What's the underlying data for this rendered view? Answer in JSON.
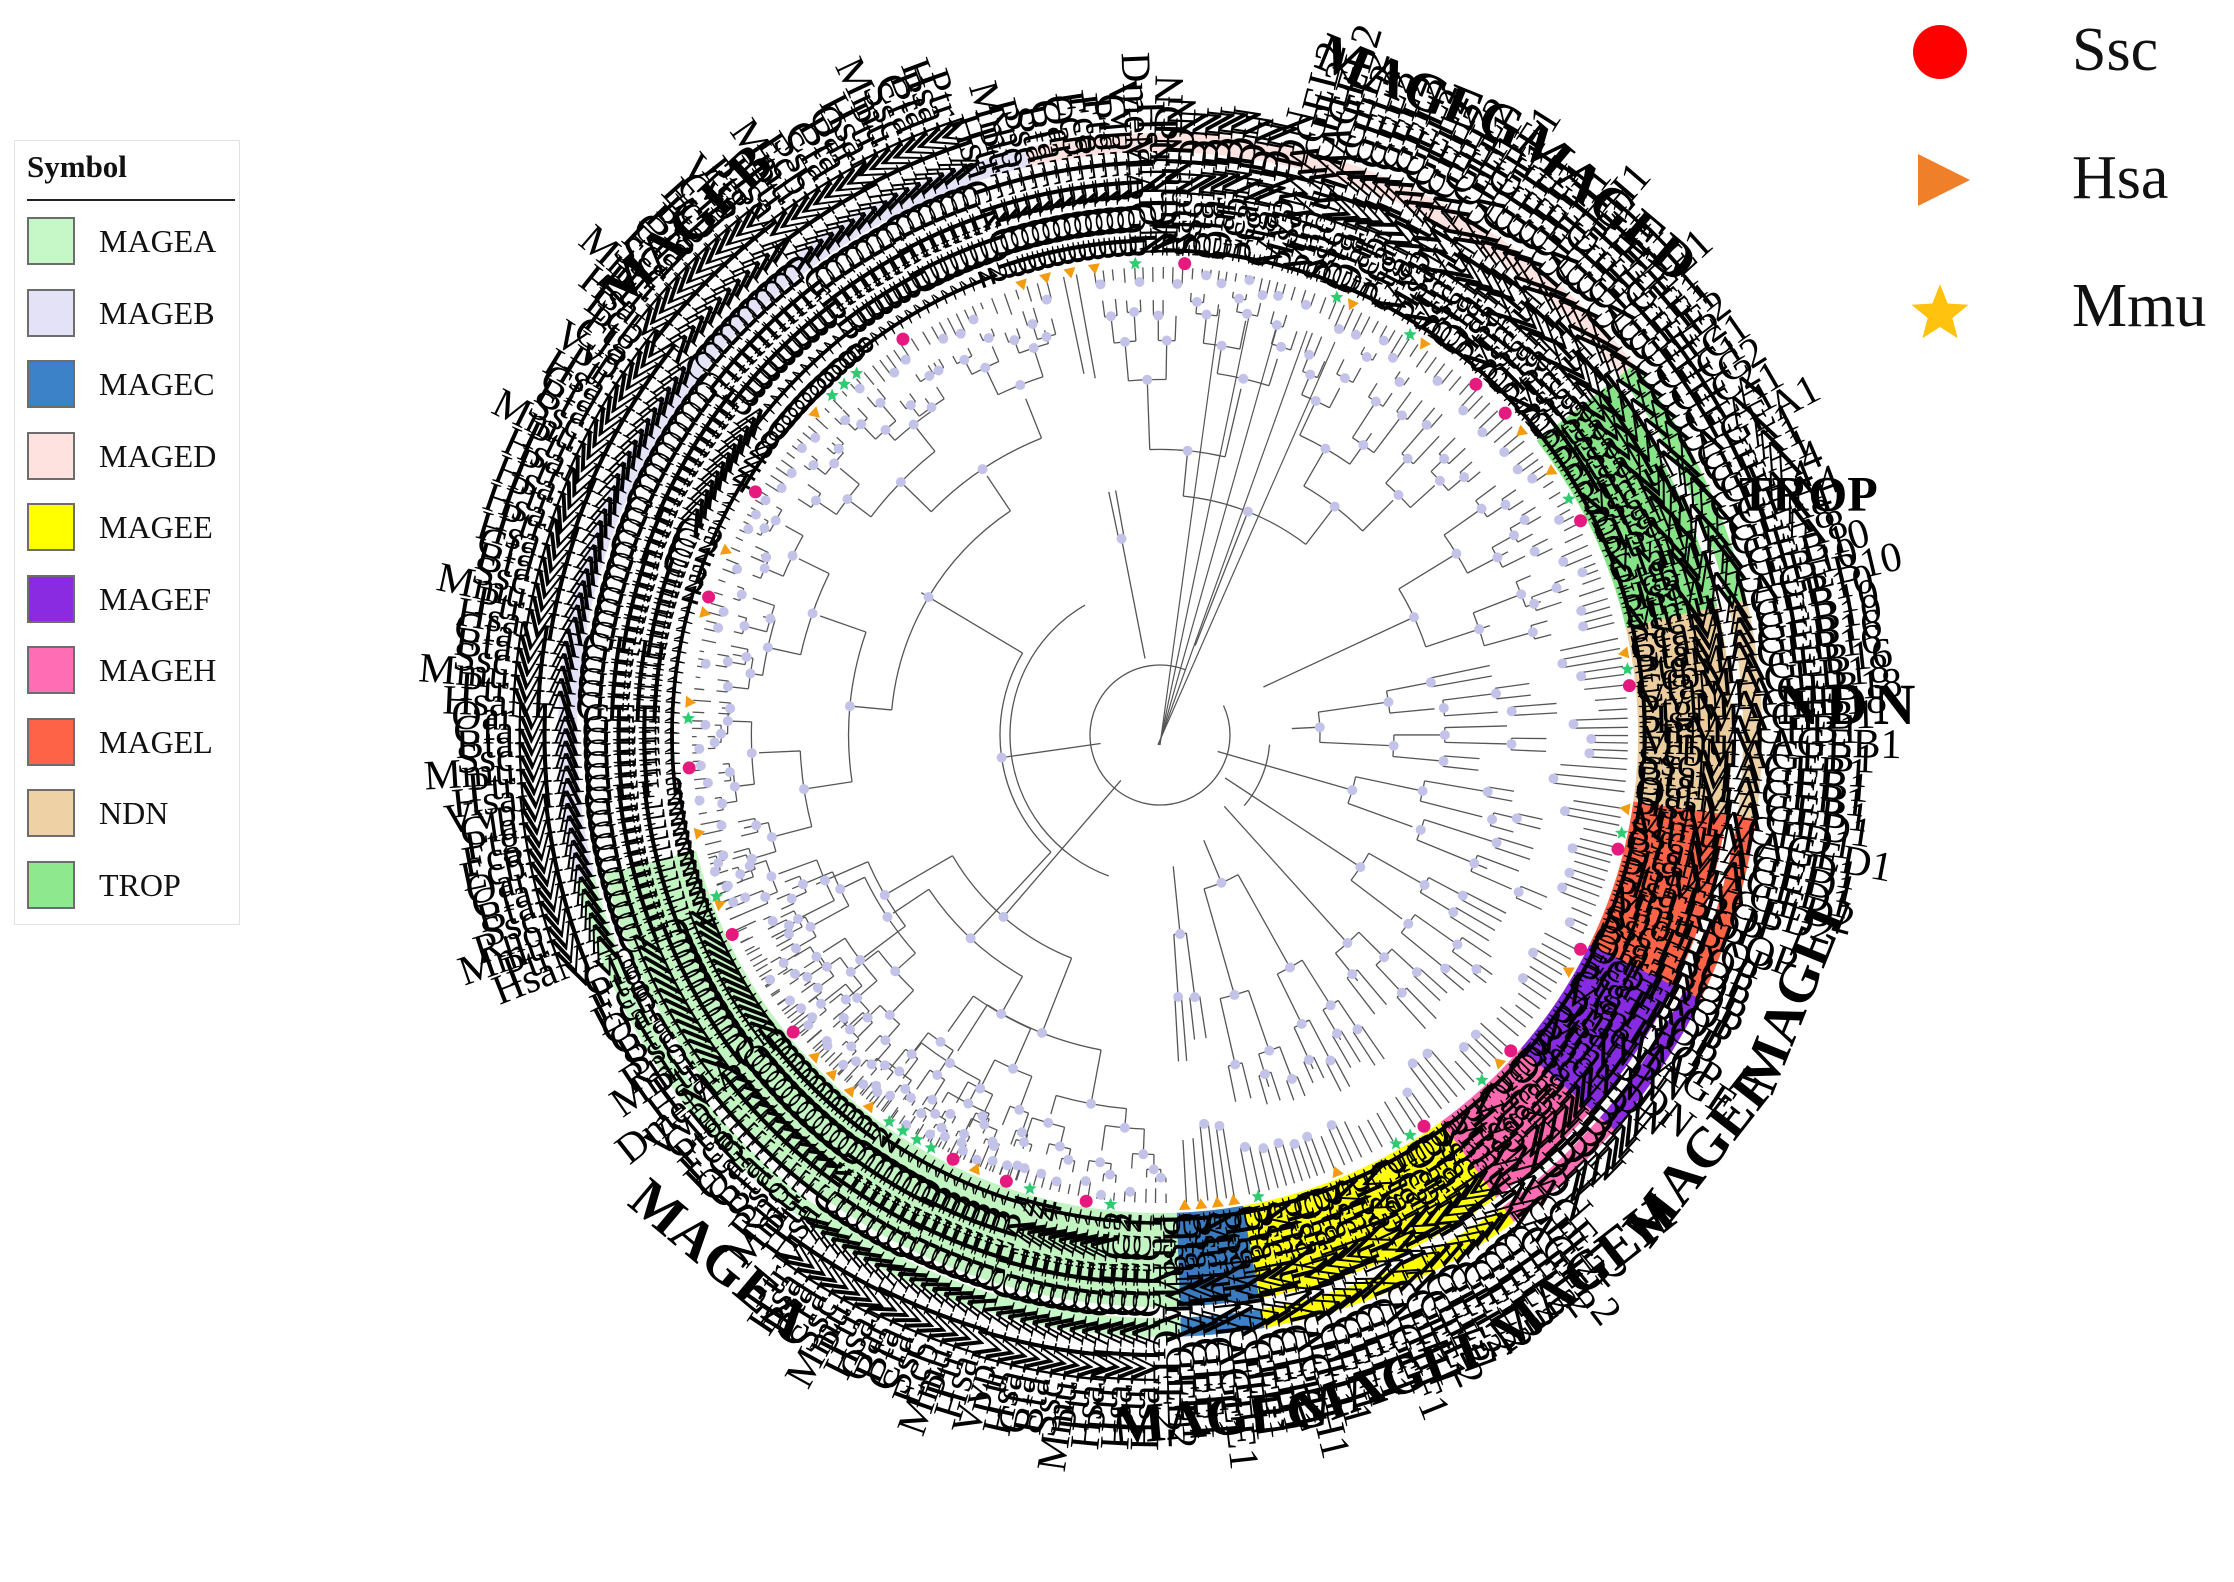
{
  "legend": {
    "title": "Symbol",
    "items": [
      {
        "label": "MAGEA",
        "color": "#c6f7c6"
      },
      {
        "label": "MAGEB",
        "color": "#e4e2f7"
      },
      {
        "label": "MAGEC",
        "color": "#3b82c8"
      },
      {
        "label": "MAGED",
        "color": "#fde2e0"
      },
      {
        "label": "MAGEE",
        "color": "#ffff00"
      },
      {
        "label": "MAGEF",
        "color": "#8a2be2"
      },
      {
        "label": "MAGEH",
        "color": "#ff6eb4"
      },
      {
        "label": "MAGEL",
        "color": "#ff6347"
      },
      {
        "label": "NDN",
        "color": "#eed2a6"
      },
      {
        "label": "TROP",
        "color": "#8ee88e"
      }
    ]
  },
  "species_legend": [
    {
      "label": "Ssc",
      "icon": "red-circle-icon",
      "color": "#ff0000"
    },
    {
      "label": "Hsa",
      "icon": "orange-triangle-icon",
      "color": "#f07f2a"
    },
    {
      "label": "Mmu",
      "icon": "yellow-star-icon",
      "color": "#ffc20e"
    }
  ],
  "clades": [
    {
      "name": "MAGEB",
      "color": "#e4e2f7",
      "start": 197,
      "end": 347
    },
    {
      "name": "MAGEG",
      "color": "#fde2e0",
      "start": 347,
      "end": 351
    },
    {
      "name": "MAGED",
      "color": "#fde2e0",
      "start": 351,
      "end": 52
    },
    {
      "name": "TROP",
      "color": "#8ee88e",
      "start": 52,
      "end": 77
    },
    {
      "name": "NDN",
      "color": "#eed2a6",
      "start": 77,
      "end": 98
    },
    {
      "name": "MAGEL",
      "color": "#ff6347",
      "start": 98,
      "end": 116
    },
    {
      "name": "MAGEF",
      "color": "#8a2be2",
      "start": 116,
      "end": 131
    },
    {
      "name": "MAGEH",
      "color": "#ff6eb4",
      "start": 131,
      "end": 144
    },
    {
      "name": "MAGEE",
      "color": "#ffff00",
      "start": 144,
      "end": 170
    },
    {
      "name": "MAGEC",
      "color": "#3b82c8",
      "start": 170,
      "end": 178
    },
    {
      "name": "MAGEA",
      "color": "#c6f7c6",
      "start": 178,
      "end": 256
    }
  ],
  "clade_labels": [
    {
      "text": "MAGEB",
      "angle": -43,
      "size": 56
    },
    {
      "text": "MAGEG",
      "angle": 22,
      "size": 56
    },
    {
      "text": "MAGED",
      "angle": 40,
      "size": 56
    },
    {
      "text": "TROP",
      "angle": 70,
      "size": 50
    },
    {
      "text": "NDN",
      "angle": 88,
      "size": 58
    },
    {
      "text": "MAGEL",
      "angle": 112,
      "size": 56
    },
    {
      "text": "MAGEF",
      "angle": 128,
      "size": 56
    },
    {
      "text": "MAGEH",
      "angle": 142,
      "size": 56
    },
    {
      "text": "MAGEE",
      "angle": 160,
      "size": 56
    },
    {
      "text": "MAGEC",
      "angle": 175,
      "size": 56
    },
    {
      "text": "MAGEA",
      "angle": 220,
      "size": 56
    }
  ],
  "sample_tip_labels": [
    "HsaMAGEB1",
    "PtrMAGEB1",
    "MmuMAGEB1",
    "EcbMAGEB1",
    "SscMAGEB1",
    "CfaMAGEB1",
    "BtaMAGEB1",
    "OarMAGEB1",
    "HsaMAGED1",
    "PtrMAGED1",
    "MmuMAGED1",
    "SscMAGED1",
    "CfaMAGED1",
    "BtaMAGED1",
    "HsaMAGED2",
    "PtrMAGED2",
    "HsaTROP",
    "PtrTROP",
    "MmuTROP",
    "RnoTROP",
    "SscTROP",
    "BtaTROP",
    "CfaTROP",
    "OarTROP",
    "EcbTROP",
    "FcaTROP",
    "PtgTROP",
    "ClaTROP",
    "VvpTROP",
    "DmeMAGE",
    "HsaNDN",
    "PtrNDN",
    "MmuNDN",
    "RnoNDN",
    "SscNDN",
    "BtaNDN",
    "CfaNDN",
    "OarNDN",
    "EcbNDN",
    "FcaNDN",
    "PtgNDN",
    "ClaNDN",
    "VvpNDN",
    "HsaMAGEL2",
    "PtrMAGEL2",
    "MmuMAGEL2",
    "RnoMAGEL2",
    "SscMAGEL2",
    "BtaMAGEL2",
    "CfaMAGEL2",
    "OarMAGEL2",
    "EcbMAGEL2",
    "FcaMAGEL2",
    "PtgMAGEL2",
    "ClaMAGEL2",
    "VvpMAGEL2",
    "HsaMAGEF1",
    "PtrMAGEF1",
    "MmuMAGEF1",
    "SscMAGEF1",
    "BtaMAGEF1",
    "CfaMAGEF1",
    "OarMAGEF1",
    "HsaMAGEH1",
    "PtrMAGEH1",
    "MmuMAGEH1",
    "SscMAGEH1",
    "BtaMAGEH1",
    "CfaMAGEH1",
    "HsaMAGEE1",
    "PtrMAGEE1",
    "MmuMAGEE1",
    "SscMAGEE1",
    "BtaMAGEE1",
    "CfaMAGEE1",
    "HsaMAGEE2",
    "PtrMAGEE2",
    "HsaMAGEC1",
    "PtrMAGEC1",
    "HsaMAGEC2",
    "PtrMAGEC2",
    "HsaMAGEA1",
    "PtrMAGEA1",
    "MmuMAGEA1",
    "SscMAGEA1",
    "BtaMAGEA1",
    "CfaMAGEA1",
    "HsaMAGEA4",
    "PtrMAGEA4",
    "VvpMAGEA4",
    "ClaMAGEA4",
    "PtgMAGEA8",
    "EcbMAGEA8",
    "HsaMAGEB10",
    "PtrMAGEB10",
    "MmuMAGEB10",
    "SscMAGEB10",
    "FcaMAGEB10",
    "CfaMAGEB10",
    "BtaMAGEB16",
    "PtgMAGEB16",
    "EcbMAGEB16",
    "CfaMAGEB18",
    "VvpMAGEB18",
    "PtgMAGEB18"
  ]
}
